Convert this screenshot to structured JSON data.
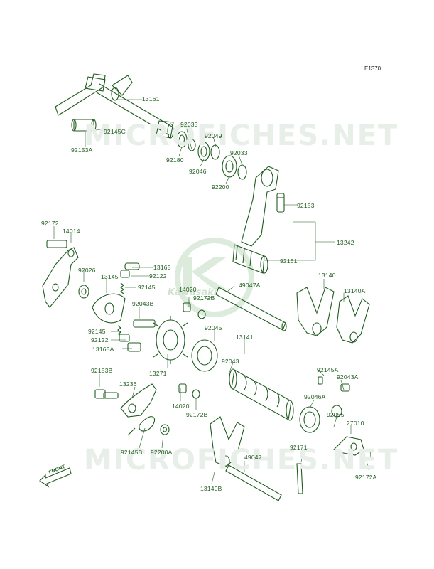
{
  "figure_code": "E1370",
  "watermark": {
    "top": "MICROFICHES.NET",
    "bottom": "MICROFICHES.NET"
  },
  "logo_text": "Kawasaki",
  "front_arrow": "FRONT",
  "labels": {
    "p13161": "13161",
    "p92145c": "92145C",
    "p92153a": "92153A",
    "p92033a": "92033",
    "p92049": "92049",
    "p92180": "92180",
    "p92046": "92046",
    "p92033b": "92033",
    "p92200": "92200",
    "p92153": "92153",
    "p92172": "92172",
    "p14014": "14014",
    "p13242": "13242",
    "p92161": "92161",
    "p13165": "13165",
    "p92122a": "92122",
    "p92026": "92026",
    "p13145": "13145",
    "p92145": "92145",
    "p49047a": "49047A",
    "p14020a": "14020",
    "p92172b": "92172B",
    "p13140": "13140",
    "p13140a": "13140A",
    "p92043b": "92043B",
    "p92045": "92045",
    "p92145b2": "92145",
    "p92122b": "92122",
    "p13165a": "13165A",
    "p13141": "13141",
    "p92043": "92043",
    "p13271": "13271",
    "p92153b": "92153B",
    "p92145a": "92145A",
    "p92043a": "92043A",
    "p13236": "13236",
    "p92046a": "92046A",
    "p14020b": "14020",
    "p92172b2": "92172B",
    "p92055": "92055",
    "p27010": "27010",
    "p92145bb": "92145B",
    "p92200a": "92200A",
    "p92171": "92171",
    "p49047": "49047",
    "p13140b": "13140B",
    "p92172a": "92172A"
  }
}
